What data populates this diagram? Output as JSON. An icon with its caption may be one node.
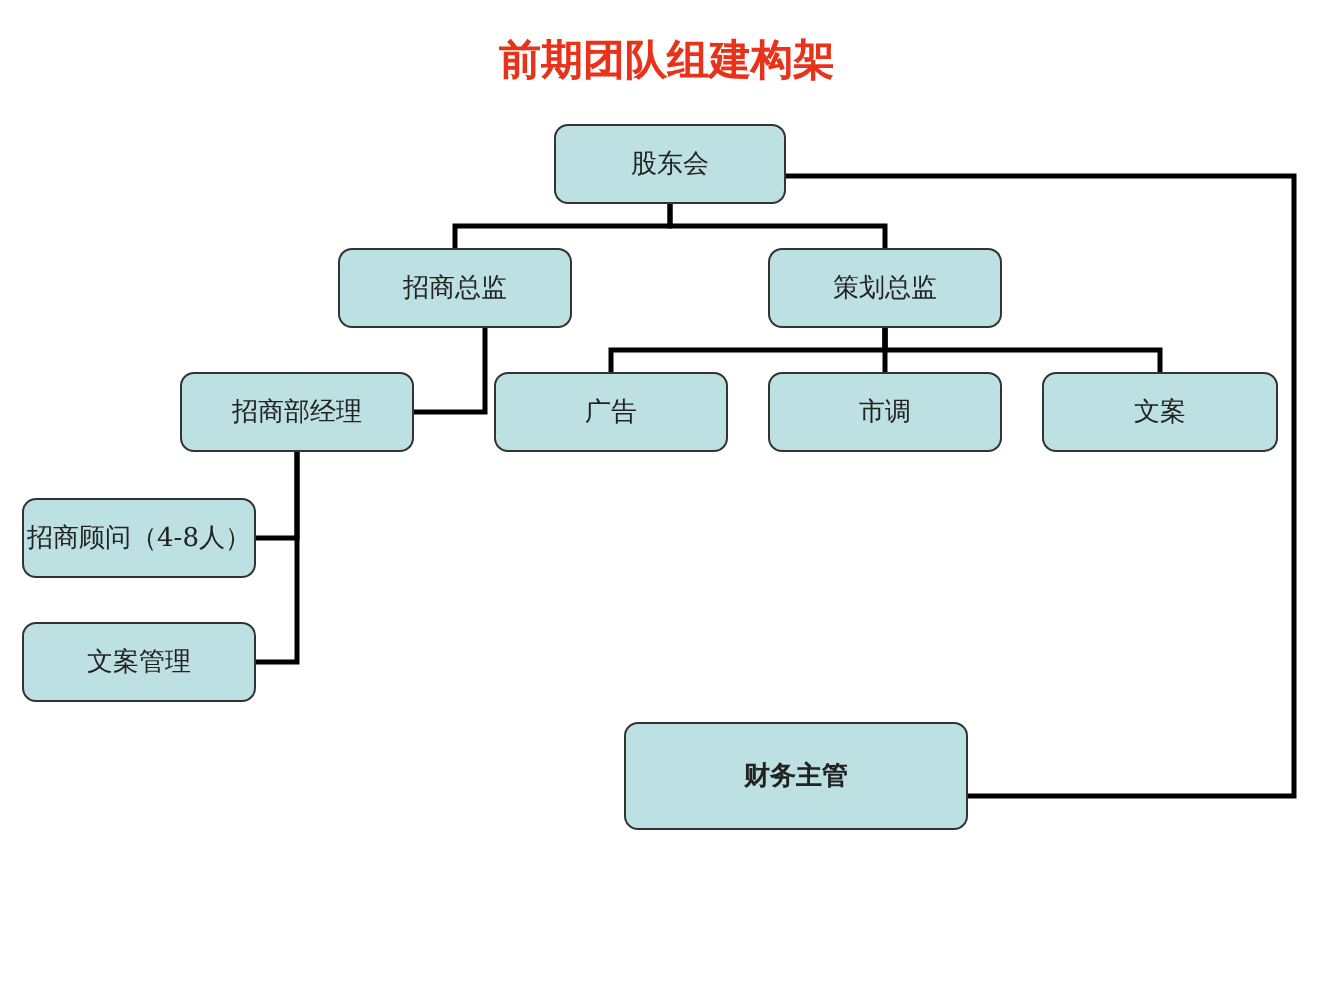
{
  "diagram": {
    "title": "前期团队组建构架",
    "nodes": [
      {
        "text": [
          "股东会"
        ]
      },
      {
        "text": [
          "招商总监"
        ]
      },
      {
        "text": [
          "策划总监"
        ]
      },
      {
        "text": [
          "招商部经理"
        ]
      },
      {
        "text": [
          "广告"
        ]
      },
      {
        "text": [
          "市调"
        ]
      },
      {
        "text": [
          "文案"
        ]
      },
      {
        "text": [
          "招商顾问（4-8人）"
        ]
      },
      {
        "text": [
          "文案管理"
        ]
      },
      {
        "text": [
          "财务主管"
        ]
      }
    ],
    "edges": [
      {
        "from": 0,
        "to": 1,
        "arrow": "none"
      },
      {
        "from": 0,
        "to": 2,
        "arrow": "none"
      },
      {
        "from": 2,
        "to": 4,
        "arrow": "none"
      },
      {
        "from": 2,
        "to": 5,
        "arrow": "none"
      },
      {
        "from": 2,
        "to": 6,
        "arrow": "none"
      },
      {
        "from": 1,
        "to": 3,
        "arrow": "none"
      },
      {
        "from": 3,
        "to": 7,
        "arrow": "none"
      },
      {
        "from": 3,
        "to": 8,
        "arrow": "none"
      },
      {
        "from": 0,
        "to": 9,
        "arrow": "none"
      }
    ]
  }
}
